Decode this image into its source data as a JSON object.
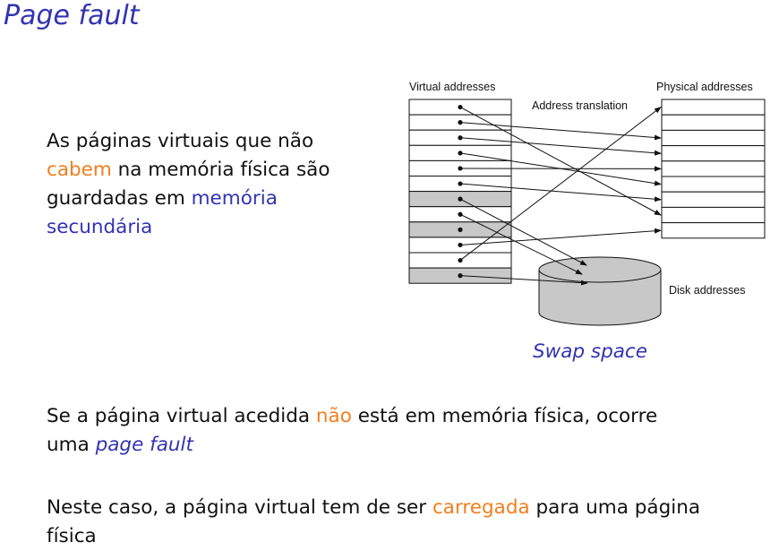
{
  "slide": {
    "title": "Page fault",
    "p1": {
      "a": "As páginas virtuais que não",
      "b": "cabem",
      "c": "na memória física são",
      "d": "guardadas em",
      "e": "memória",
      "f": "secundária"
    },
    "p2": {
      "a": "Se a página virtual acedida",
      "b": "não",
      "c": "está em memória física, ocorre",
      "d": "uma",
      "e": "page fault"
    },
    "p3": {
      "a": "Neste caso, a página virtual tem de ser",
      "b": "carregada",
      "c": "para uma página",
      "d": "física"
    }
  },
  "diagram": {
    "virtual_label": "Virtual addresses",
    "physical_label": "Physical addresses",
    "translation_label": "Address translation",
    "disk_label": "Disk addresses",
    "caption": "Swap space",
    "virtual_pages": 12,
    "physical_frames": 9,
    "swapped_pages": [
      6,
      8,
      11
    ],
    "mappings_to_physical": [
      {
        "page": 0,
        "frame": 7
      },
      {
        "page": 1,
        "frame": 2
      },
      {
        "page": 2,
        "frame": 3
      },
      {
        "page": 3,
        "frame": 5
      },
      {
        "page": 4,
        "frame": 4
      },
      {
        "page": 5,
        "frame": 6
      },
      {
        "page": 9,
        "frame": 8
      },
      {
        "page": 10,
        "frame": 0
      }
    ],
    "mappings_to_disk": [
      6,
      7,
      11
    ],
    "colors": {
      "swapped_fill": "#c8c8c8",
      "disk_fill": "#c8c8c8",
      "line": "#111111",
      "accent_orange": "#f07f1e",
      "accent_blue": "#3333b3"
    }
  }
}
